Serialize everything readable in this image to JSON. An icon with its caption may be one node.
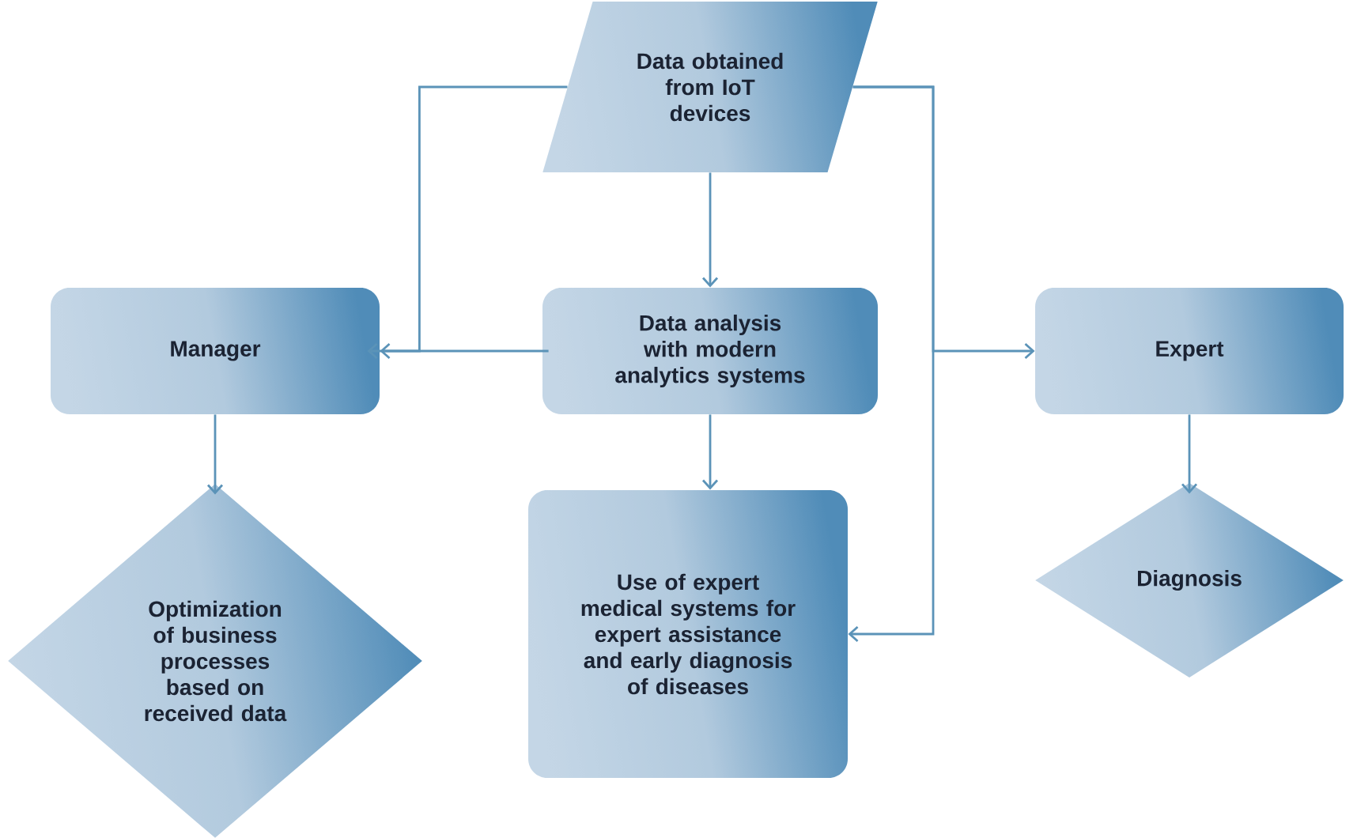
{
  "diagram": {
    "nodes": [
      {
        "text": [
          "Data obtained from IoT devices"
        ]
      },
      {
        "text": [
          "Manager"
        ]
      },
      {
        "text": [
          "Data analysis with modern analytics systems"
        ]
      },
      {
        "text": [
          "Expert"
        ]
      },
      {
        "text": [
          "Optimization of business processes based on received data"
        ]
      },
      {
        "text": [
          "Use of expert medical systems for expert assistance and early diagnosis of diseases"
        ]
      },
      {
        "text": [
          "Diagnosis"
        ]
      }
    ],
    "edges": [
      {
        "from": 2,
        "to": 1,
        "arrow": "to"
      },
      {
        "from": 0,
        "to": 1,
        "arrow": "to"
      },
      {
        "from": 0,
        "to": 2,
        "arrow": "to"
      },
      {
        "from": 0,
        "to": 5,
        "arrow": "to"
      },
      {
        "from": 0,
        "to": 3,
        "arrow": "to"
      },
      {
        "from": 2,
        "to": 5,
        "arrow": "to"
      },
      {
        "from": 1,
        "to": 4,
        "arrow": "to"
      },
      {
        "from": 3,
        "to": 6,
        "arrow": "to"
      }
    ]
  }
}
